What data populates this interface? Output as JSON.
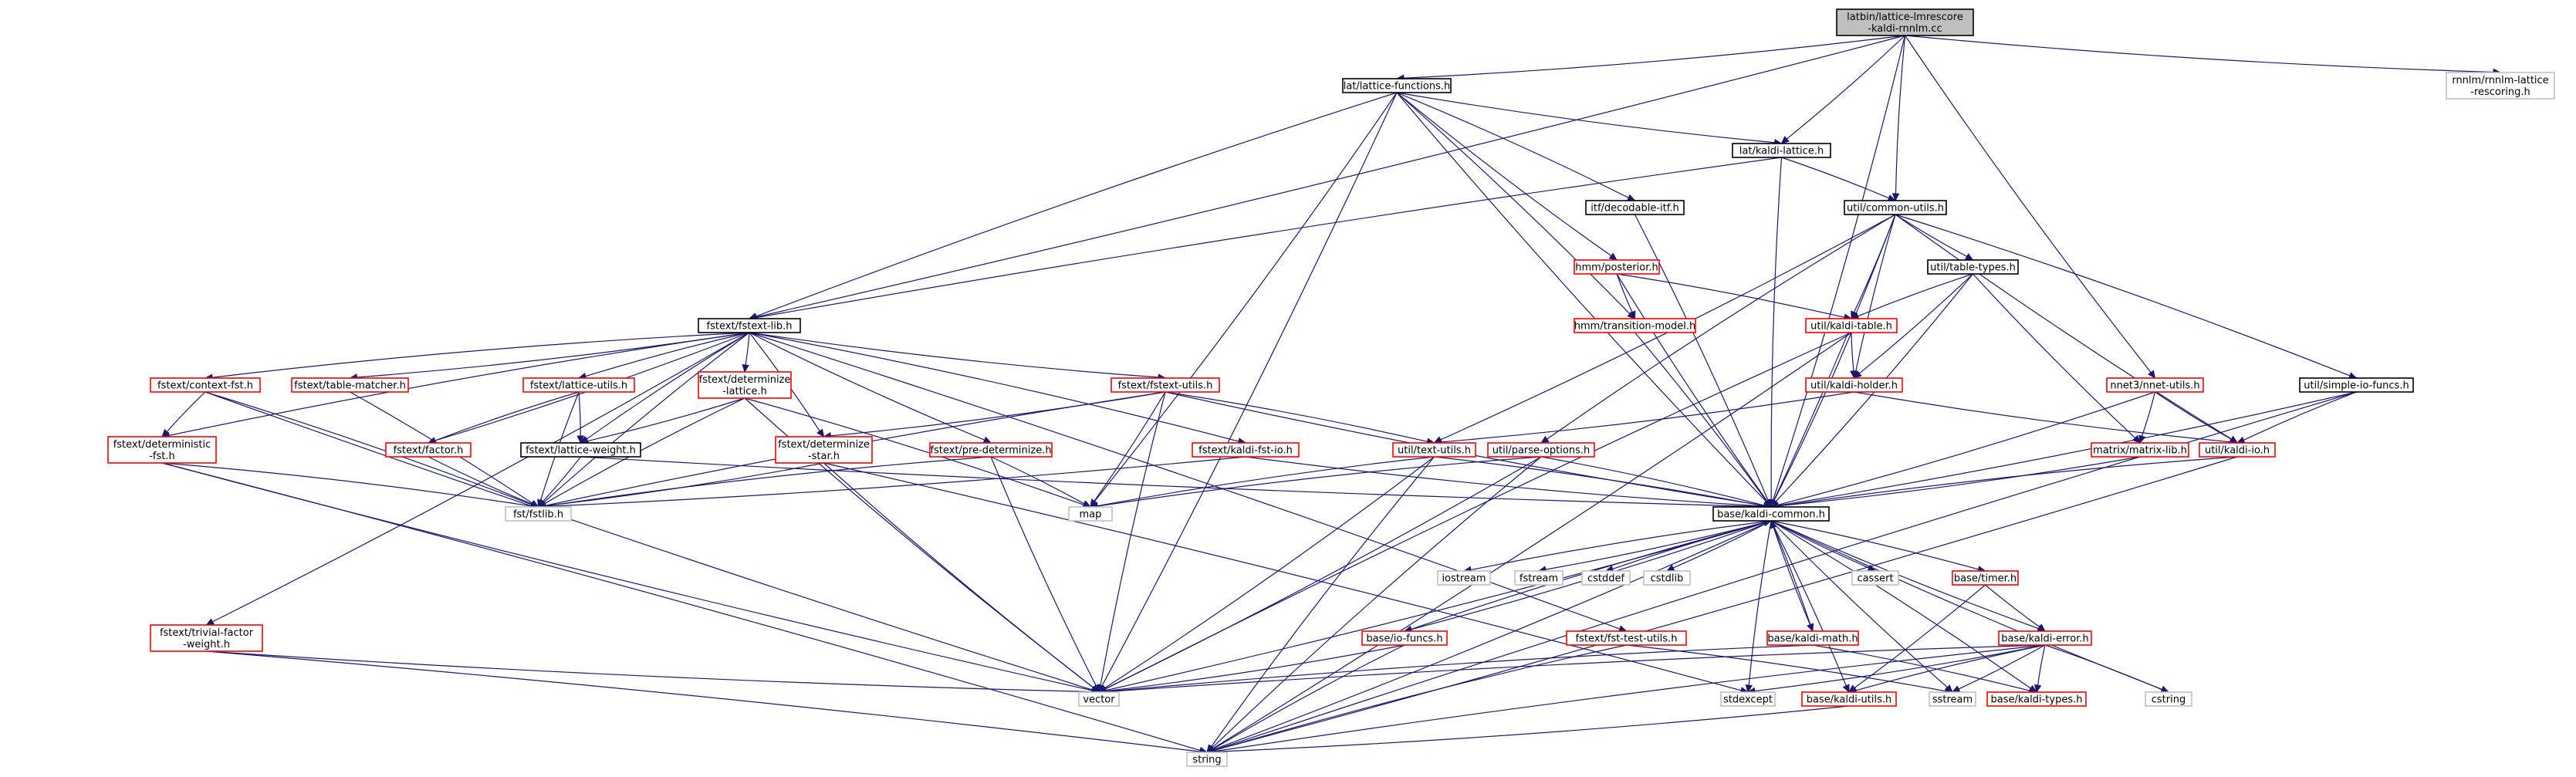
{
  "colors": {
    "edge": "#191970",
    "root_fill": "#bfbfbf",
    "root_border": "#000000",
    "doc_border": "#000000",
    "partial_border": "#ff0000",
    "external_border": "#bfbfbf"
  },
  "nodes": [
    {
      "id": "root",
      "lines": [
        "latbin/lattice-lmrescore",
        "-kaldi-rnnlm.cc"
      ],
      "kind": "root"
    },
    {
      "id": "latfunc",
      "lines": [
        "lat/lattice-functions.h"
      ],
      "kind": "doc"
    },
    {
      "id": "rnnlmscore",
      "lines": [
        "rnnlm/rnnlm-lattice",
        "-rescoring.h"
      ],
      "kind": "external"
    },
    {
      "id": "kaldilattice",
      "lines": [
        "lat/kaldi-lattice.h"
      ],
      "kind": "doc"
    },
    {
      "id": "decodable",
      "lines": [
        "itf/decodable-itf.h"
      ],
      "kind": "doc"
    },
    {
      "id": "commonutils",
      "lines": [
        "util/common-utils.h"
      ],
      "kind": "doc"
    },
    {
      "id": "posterior",
      "lines": [
        "hmm/posterior.h"
      ],
      "kind": "partial"
    },
    {
      "id": "tabletypes",
      "lines": [
        "util/table-types.h"
      ],
      "kind": "doc"
    },
    {
      "id": "fstextlib",
      "lines": [
        "fstext/fstext-lib.h"
      ],
      "kind": "doc"
    },
    {
      "id": "transmodel",
      "lines": [
        "hmm/transition-model.h"
      ],
      "kind": "partial"
    },
    {
      "id": "kalditable",
      "lines": [
        "util/kaldi-table.h"
      ],
      "kind": "partial"
    },
    {
      "id": "contextfst",
      "lines": [
        "fstext/context-fst.h"
      ],
      "kind": "partial"
    },
    {
      "id": "tablematcher",
      "lines": [
        "fstext/table-matcher.h"
      ],
      "kind": "partial"
    },
    {
      "id": "latticeutils",
      "lines": [
        "fstext/lattice-utils.h"
      ],
      "kind": "partial"
    },
    {
      "id": "detlattice",
      "lines": [
        "fstext/determinize",
        "-lattice.h"
      ],
      "kind": "partial"
    },
    {
      "id": "fstextutils",
      "lines": [
        "fstext/fstext-utils.h"
      ],
      "kind": "partial"
    },
    {
      "id": "kaldiholder",
      "lines": [
        "util/kaldi-holder.h"
      ],
      "kind": "partial"
    },
    {
      "id": "nnetutils",
      "lines": [
        "nnet3/nnet-utils.h"
      ],
      "kind": "partial"
    },
    {
      "id": "simpleio",
      "lines": [
        "util/simple-io-funcs.h"
      ],
      "kind": "doc"
    },
    {
      "id": "detfst",
      "lines": [
        "fstext/deterministic",
        "-fst.h"
      ],
      "kind": "partial"
    },
    {
      "id": "factor",
      "lines": [
        "fstext/factor.h"
      ],
      "kind": "partial"
    },
    {
      "id": "latweight",
      "lines": [
        "fstext/lattice-weight.h"
      ],
      "kind": "doc"
    },
    {
      "id": "detstar",
      "lines": [
        "fstext/determinize",
        "-star.h"
      ],
      "kind": "partial"
    },
    {
      "id": "predet",
      "lines": [
        "fstext/pre-determinize.h"
      ],
      "kind": "partial"
    },
    {
      "id": "kaldifstio",
      "lines": [
        "fstext/kaldi-fst-io.h"
      ],
      "kind": "partial"
    },
    {
      "id": "textutils",
      "lines": [
        "util/text-utils.h"
      ],
      "kind": "partial"
    },
    {
      "id": "parseoptions",
      "lines": [
        "util/parse-options.h"
      ],
      "kind": "partial"
    },
    {
      "id": "matrixlib",
      "lines": [
        "matrix/matrix-lib.h"
      ],
      "kind": "partial"
    },
    {
      "id": "kaldiio",
      "lines": [
        "util/kaldi-io.h"
      ],
      "kind": "partial"
    },
    {
      "id": "fstlib",
      "lines": [
        "fst/fstlib.h"
      ],
      "kind": "external"
    },
    {
      "id": "map",
      "lines": [
        "map"
      ],
      "kind": "external"
    },
    {
      "id": "kaldicommon",
      "lines": [
        "base/kaldi-common.h"
      ],
      "kind": "doc"
    },
    {
      "id": "trivialfactor",
      "lines": [
        "fstext/trivial-factor",
        "-weight.h"
      ],
      "kind": "partial"
    },
    {
      "id": "iostream",
      "lines": [
        "iostream"
      ],
      "kind": "external"
    },
    {
      "id": "fstream",
      "lines": [
        "fstream"
      ],
      "kind": "external"
    },
    {
      "id": "cstddef",
      "lines": [
        "cstddef"
      ],
      "kind": "external"
    },
    {
      "id": "cstdlib",
      "lines": [
        "cstdlib"
      ],
      "kind": "external"
    },
    {
      "id": "cassert",
      "lines": [
        "cassert"
      ],
      "kind": "external"
    },
    {
      "id": "timer",
      "lines": [
        "base/timer.h"
      ],
      "kind": "partial"
    },
    {
      "id": "iofuncs",
      "lines": [
        "base/io-funcs.h"
      ],
      "kind": "partial"
    },
    {
      "id": "fsttestutils",
      "lines": [
        "fstext/fst-test-utils.h"
      ],
      "kind": "partial"
    },
    {
      "id": "kaldimath",
      "lines": [
        "base/kaldi-math.h"
      ],
      "kind": "partial"
    },
    {
      "id": "kaldierror",
      "lines": [
        "base/kaldi-error.h"
      ],
      "kind": "partial"
    },
    {
      "id": "vector",
      "lines": [
        "vector"
      ],
      "kind": "external"
    },
    {
      "id": "stdexcept",
      "lines": [
        "stdexcept"
      ],
      "kind": "external"
    },
    {
      "id": "kaldiutils",
      "lines": [
        "base/kaldi-utils.h"
      ],
      "kind": "partial"
    },
    {
      "id": "sstream",
      "lines": [
        "sstream"
      ],
      "kind": "external"
    },
    {
      "id": "kalditypes",
      "lines": [
        "base/kaldi-types.h"
      ],
      "kind": "partial"
    },
    {
      "id": "cstring",
      "lines": [
        "cstring"
      ],
      "kind": "external"
    },
    {
      "id": "string",
      "lines": [
        "string"
      ],
      "kind": "external"
    }
  ],
  "edges": [
    [
      "root",
      "latfunc"
    ],
    [
      "root",
      "rnnlmscore"
    ],
    [
      "root",
      "kaldilattice"
    ],
    [
      "root",
      "commonutils"
    ],
    [
      "root",
      "fstextlib"
    ],
    [
      "root",
      "nnetutils"
    ],
    [
      "root",
      "kaldicommon"
    ],
    [
      "latfunc",
      "kaldilattice"
    ],
    [
      "latfunc",
      "decodable"
    ],
    [
      "latfunc",
      "posterior"
    ],
    [
      "latfunc",
      "transmodel"
    ],
    [
      "latfunc",
      "fstextlib"
    ],
    [
      "latfunc",
      "map"
    ],
    [
      "latfunc",
      "kaldicommon"
    ],
    [
      "latfunc",
      "vector"
    ],
    [
      "kaldilattice",
      "fstextlib"
    ],
    [
      "kaldilattice",
      "commonutils"
    ],
    [
      "kaldilattice",
      "kaldicommon"
    ],
    [
      "decodable",
      "kaldicommon"
    ],
    [
      "commonutils",
      "tabletypes"
    ],
    [
      "commonutils",
      "kalditable"
    ],
    [
      "commonutils",
      "kaldiholder"
    ],
    [
      "commonutils",
      "simpleio"
    ],
    [
      "commonutils",
      "parseoptions"
    ],
    [
      "commonutils",
      "textutils"
    ],
    [
      "commonutils",
      "kaldiio"
    ],
    [
      "commonutils",
      "kaldicommon"
    ],
    [
      "posterior",
      "transmodel"
    ],
    [
      "posterior",
      "kalditable"
    ],
    [
      "posterior",
      "kaldicommon"
    ],
    [
      "transmodel",
      "kaldicommon"
    ],
    [
      "tabletypes",
      "kalditable"
    ],
    [
      "tabletypes",
      "kaldiholder"
    ],
    [
      "tabletypes",
      "matrixlib"
    ],
    [
      "tabletypes",
      "kaldicommon"
    ],
    [
      "fstextlib",
      "contextfst"
    ],
    [
      "fstextlib",
      "tablematcher"
    ],
    [
      "fstextlib",
      "latticeutils"
    ],
    [
      "fstextlib",
      "detlattice"
    ],
    [
      "fstextlib",
      "fstextutils"
    ],
    [
      "fstextlib",
      "kaldifstio"
    ],
    [
      "fstextlib",
      "detfst"
    ],
    [
      "fstextlib",
      "factor"
    ],
    [
      "fstextlib",
      "latweight"
    ],
    [
      "fstextlib",
      "detstar"
    ],
    [
      "fstextlib",
      "predet"
    ],
    [
      "fstextlib",
      "trivialfactor"
    ],
    [
      "fstextlib",
      "fstlib"
    ],
    [
      "fstextlib",
      "fsttestutils"
    ],
    [
      "kalditable",
      "kaldiholder"
    ],
    [
      "kalditable",
      "kaldicommon"
    ],
    [
      "kalditable",
      "vector"
    ],
    [
      "kalditable",
      "string"
    ],
    [
      "contextfst",
      "detfst"
    ],
    [
      "contextfst",
      "fstlib"
    ],
    [
      "contextfst",
      "vector"
    ],
    [
      "tablematcher",
      "fstlib"
    ],
    [
      "latticeutils",
      "factor"
    ],
    [
      "latticeutils",
      "latweight"
    ],
    [
      "latticeutils",
      "fstlib"
    ],
    [
      "detlattice",
      "latweight"
    ],
    [
      "detlattice",
      "fstlib"
    ],
    [
      "detlattice",
      "map"
    ],
    [
      "detlattice",
      "vector"
    ],
    [
      "fstextutils",
      "detstar"
    ],
    [
      "fstextutils",
      "fstlib"
    ],
    [
      "fstextutils",
      "map"
    ],
    [
      "fstextutils",
      "vector"
    ],
    [
      "fstextutils",
      "textutils"
    ],
    [
      "fstextutils",
      "kaldicommon"
    ],
    [
      "kaldiholder",
      "textutils"
    ],
    [
      "kaldiholder",
      "kaldiio"
    ],
    [
      "nnetutils",
      "matrixlib"
    ],
    [
      "nnetutils",
      "kaldiio"
    ],
    [
      "nnetutils",
      "kaldicommon"
    ],
    [
      "simpleio",
      "kaldiio"
    ],
    [
      "simpleio",
      "kaldicommon"
    ],
    [
      "simpleio",
      "string"
    ],
    [
      "detfst",
      "fstlib"
    ],
    [
      "detfst",
      "vector"
    ],
    [
      "detfst",
      "string"
    ],
    [
      "factor",
      "fstlib"
    ],
    [
      "latweight",
      "fstlib"
    ],
    [
      "latweight",
      "kaldicommon"
    ],
    [
      "detstar",
      "fstlib"
    ],
    [
      "detstar",
      "vector"
    ],
    [
      "detstar",
      "stdexcept"
    ],
    [
      "predet",
      "fstlib"
    ],
    [
      "predet",
      "map"
    ],
    [
      "predet",
      "vector"
    ],
    [
      "kaldifstio",
      "fstlib"
    ],
    [
      "kaldifstio",
      "kaldicommon"
    ],
    [
      "textutils",
      "kaldicommon"
    ],
    [
      "textutils",
      "map"
    ],
    [
      "textutils",
      "vector"
    ],
    [
      "textutils",
      "string"
    ],
    [
      "parseoptions",
      "kaldicommon"
    ],
    [
      "parseoptions",
      "map"
    ],
    [
      "parseoptions",
      "vector"
    ],
    [
      "parseoptions",
      "string"
    ],
    [
      "matrixlib",
      "kaldicommon"
    ],
    [
      "kaldiio",
      "kaldicommon"
    ],
    [
      "kaldiio",
      "string"
    ],
    [
      "kaldicommon",
      "iostream"
    ],
    [
      "kaldicommon",
      "fstream"
    ],
    [
      "kaldicommon",
      "cstddef"
    ],
    [
      "kaldicommon",
      "cstdlib"
    ],
    [
      "kaldicommon",
      "cassert"
    ],
    [
      "kaldicommon",
      "timer"
    ],
    [
      "kaldicommon",
      "iofuncs"
    ],
    [
      "kaldicommon",
      "kaldimath"
    ],
    [
      "kaldicommon",
      "kaldierror"
    ],
    [
      "kaldicommon",
      "vector"
    ],
    [
      "kaldicommon",
      "stdexcept"
    ],
    [
      "kaldicommon",
      "kaldiutils"
    ],
    [
      "kaldicommon",
      "sstream"
    ],
    [
      "kaldicommon",
      "kalditypes"
    ],
    [
      "kaldicommon",
      "cstring"
    ],
    [
      "kaldicommon",
      "string"
    ],
    [
      "trivialfactor",
      "vector"
    ],
    [
      "trivialfactor",
      "string"
    ],
    [
      "timer",
      "kaldierror"
    ],
    [
      "timer",
      "kaldiutils"
    ],
    [
      "iofuncs",
      "kaldicommon"
    ],
    [
      "iofuncs",
      "vector"
    ],
    [
      "iofuncs",
      "string"
    ],
    [
      "fsttestutils",
      "sstream"
    ],
    [
      "fsttestutils",
      "string"
    ],
    [
      "kaldimath",
      "kaldicommon"
    ],
    [
      "kaldimath",
      "vector"
    ],
    [
      "kaldimath",
      "kalditypes"
    ],
    [
      "kaldierror",
      "vector"
    ],
    [
      "kaldierror",
      "stdexcept"
    ],
    [
      "kaldierror",
      "kaldiutils"
    ],
    [
      "kaldierror",
      "sstream"
    ],
    [
      "kaldierror",
      "kalditypes"
    ],
    [
      "kaldierror",
      "cstring"
    ],
    [
      "kaldierror",
      "string"
    ],
    [
      "kaldiutils",
      "string"
    ]
  ]
}
